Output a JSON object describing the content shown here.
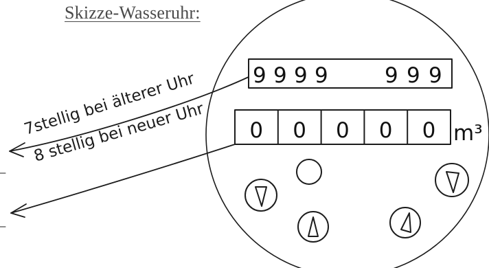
{
  "title": "Skizze-Wasseruhr:",
  "annotations": {
    "old_meter": "7stellig bei älterer Uhr",
    "new_meter": "8 stellig bei neuer Uhr"
  },
  "display_top": {
    "digits": [
      "9",
      "9",
      "9",
      "9",
      "",
      "9",
      "9",
      "9"
    ]
  },
  "display_bottom": {
    "digits": [
      "0",
      "0",
      "0",
      "0",
      "0"
    ],
    "unit": "m³"
  },
  "dials": {
    "count": 4,
    "hand_icons": [
      "down-pointer-icon",
      "up-pointer-icon",
      "up-pointer-icon",
      "down-pointer-icon"
    ]
  }
}
